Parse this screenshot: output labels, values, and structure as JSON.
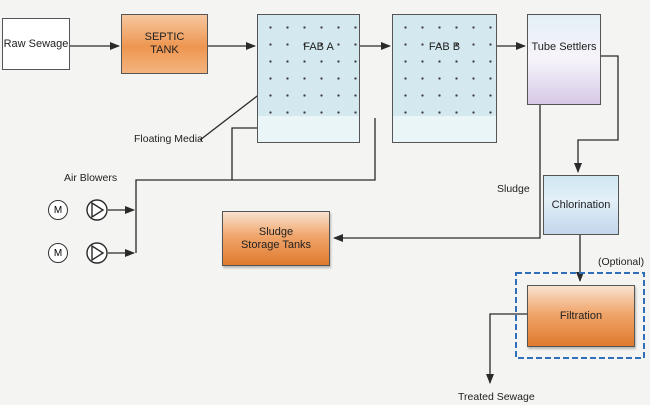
{
  "nodes": {
    "raw_sewage": "Raw Sewage",
    "septic_tank": [
      "SEPTIC",
      "TANK"
    ],
    "fab_a": "FAB A",
    "fab_b": "FAB B",
    "tube_settlers": "Tube Settlers",
    "chlorination": "Chlorination",
    "filtration": "Filtration",
    "sludge_storage": [
      "Sludge",
      "Storage Tanks"
    ]
  },
  "labels": {
    "floating_media": "Floating Media",
    "air_blowers": "Air Blowers",
    "sludge": "Sludge",
    "optional": "(Optional)",
    "treated_sewage": "Treated Sewage",
    "motor": "M"
  },
  "colors": {
    "line": "#2a2a2a",
    "optional_border": "#2f6fb8"
  }
}
